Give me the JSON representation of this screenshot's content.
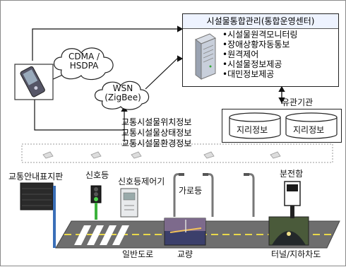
{
  "center": {
    "title": "시설물통합관리(통합운영센터)",
    "functions": [
      "•시설물원격모니터링",
      "•장애상황자동통보",
      "•원격제어",
      "•시설물정보제공",
      "•대민정보제공"
    ]
  },
  "networks": {
    "cdma": [
      "CDMA /",
      "HSDPA"
    ],
    "wsn": [
      "WSN",
      "(ZigBee)"
    ]
  },
  "related": {
    "title": "유관기관",
    "db1": "지리정보",
    "db2": "지리정보"
  },
  "traffic_info": [
    "교통시설물위치정보",
    "교통시설물상태정보",
    "교통시설물환경정보"
  ],
  "facilities": {
    "sign": "교통안내표지판",
    "signal": "신호등",
    "controller": "신호등제어기",
    "streetlight": "가로등",
    "panel": "분전함"
  },
  "roads": {
    "general": "일반도로",
    "bridge": "교량",
    "tunnel": "터널/지하차도"
  }
}
